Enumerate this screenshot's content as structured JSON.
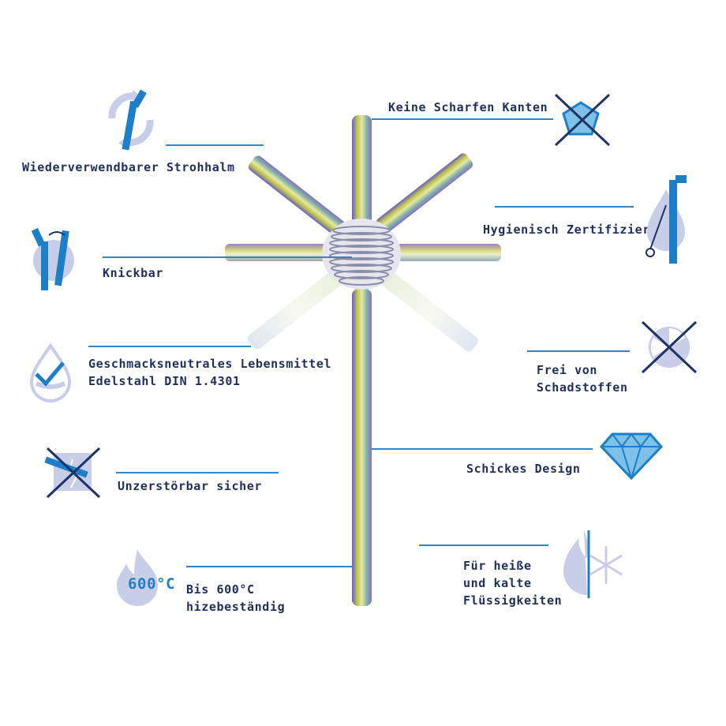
{
  "colors": {
    "accent_blue": "#2e86c8",
    "icon_blue": "#1c7fc7",
    "icon_navy": "#1e3368",
    "icon_lavender": "#c8cde8",
    "text": "#1f2f5a"
  },
  "features": {
    "reusable": {
      "label": "Wiederverwendbarer Strohhalm",
      "icon": "recycle-straw-icon"
    },
    "bendable": {
      "label": "Knickbar",
      "icon": "bent-straw-icon"
    },
    "taste_neutral": {
      "line1": "Geschmacksneutrales Lebensmittel",
      "line2": "Edelstahl DIN 1.4301",
      "icon": "water-drop-check-icon"
    },
    "unbreakable": {
      "label": "Unzerstörbar sicher",
      "icon": "shatter-crossed-icon"
    },
    "heat": {
      "badge": "600°C",
      "line1": "Bis 600°C",
      "line2": "hizebeständig",
      "icon": "flame-icon"
    },
    "no_sharp_edges": {
      "label": "Keine Scharfen Kanten",
      "icon": "pentagon-crossed-icon"
    },
    "hygienic": {
      "label": "Hygienisch Zertifiziert",
      "icon": "drop-straw-brush-icon"
    },
    "pollutant_free": {
      "line1": "Frei von",
      "line2": "Schadstoffen",
      "icon": "radiation-crossed-icon"
    },
    "design": {
      "label": "Schickes Design",
      "icon": "diamond-icon"
    },
    "hot_cold": {
      "line1": "Für heiße",
      "line2": "und kalte",
      "line3": "Flüssigkeiten",
      "icon": "fire-snowflake-icon"
    }
  }
}
